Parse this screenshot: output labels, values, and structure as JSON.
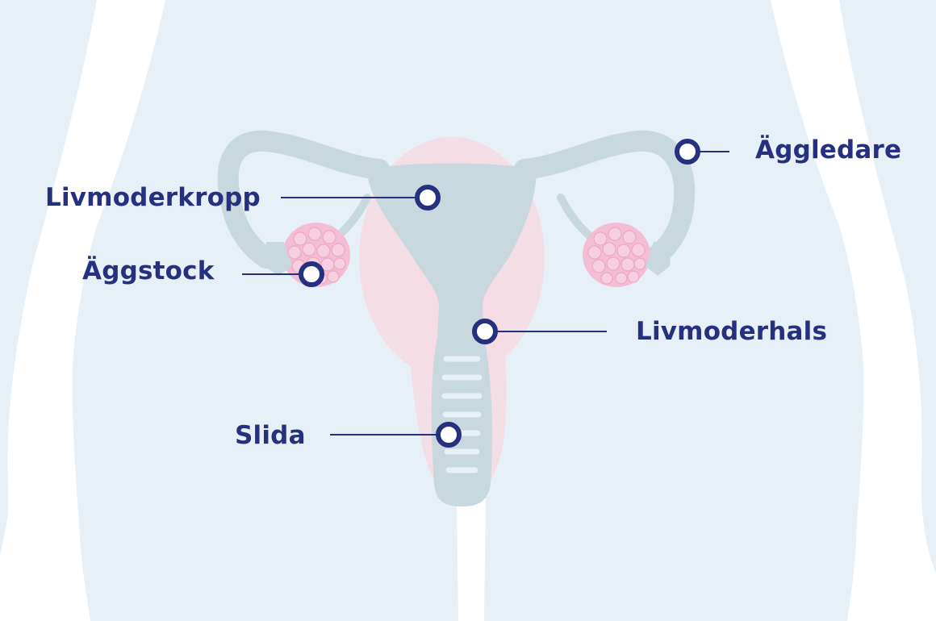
{
  "labels": {
    "uterus_body": "Livmoderkropp",
    "ovary": "Äggstock",
    "fallopian_tube": "Äggledare",
    "cervix": "Livmoderhals",
    "vagina": "Slida"
  },
  "colors": {
    "background": "#e7f0f7",
    "silhouette": "#ffffff",
    "organ": "#c9d7df",
    "organ_shadow_pink": "#f5dbe3",
    "ovary_pink": "#f3bdd3",
    "ovary_dot": "#f8cfe0",
    "label_text": "#25317f",
    "marker": "#25317f"
  },
  "icons": {
    "marker": "ring-marker-icon"
  }
}
